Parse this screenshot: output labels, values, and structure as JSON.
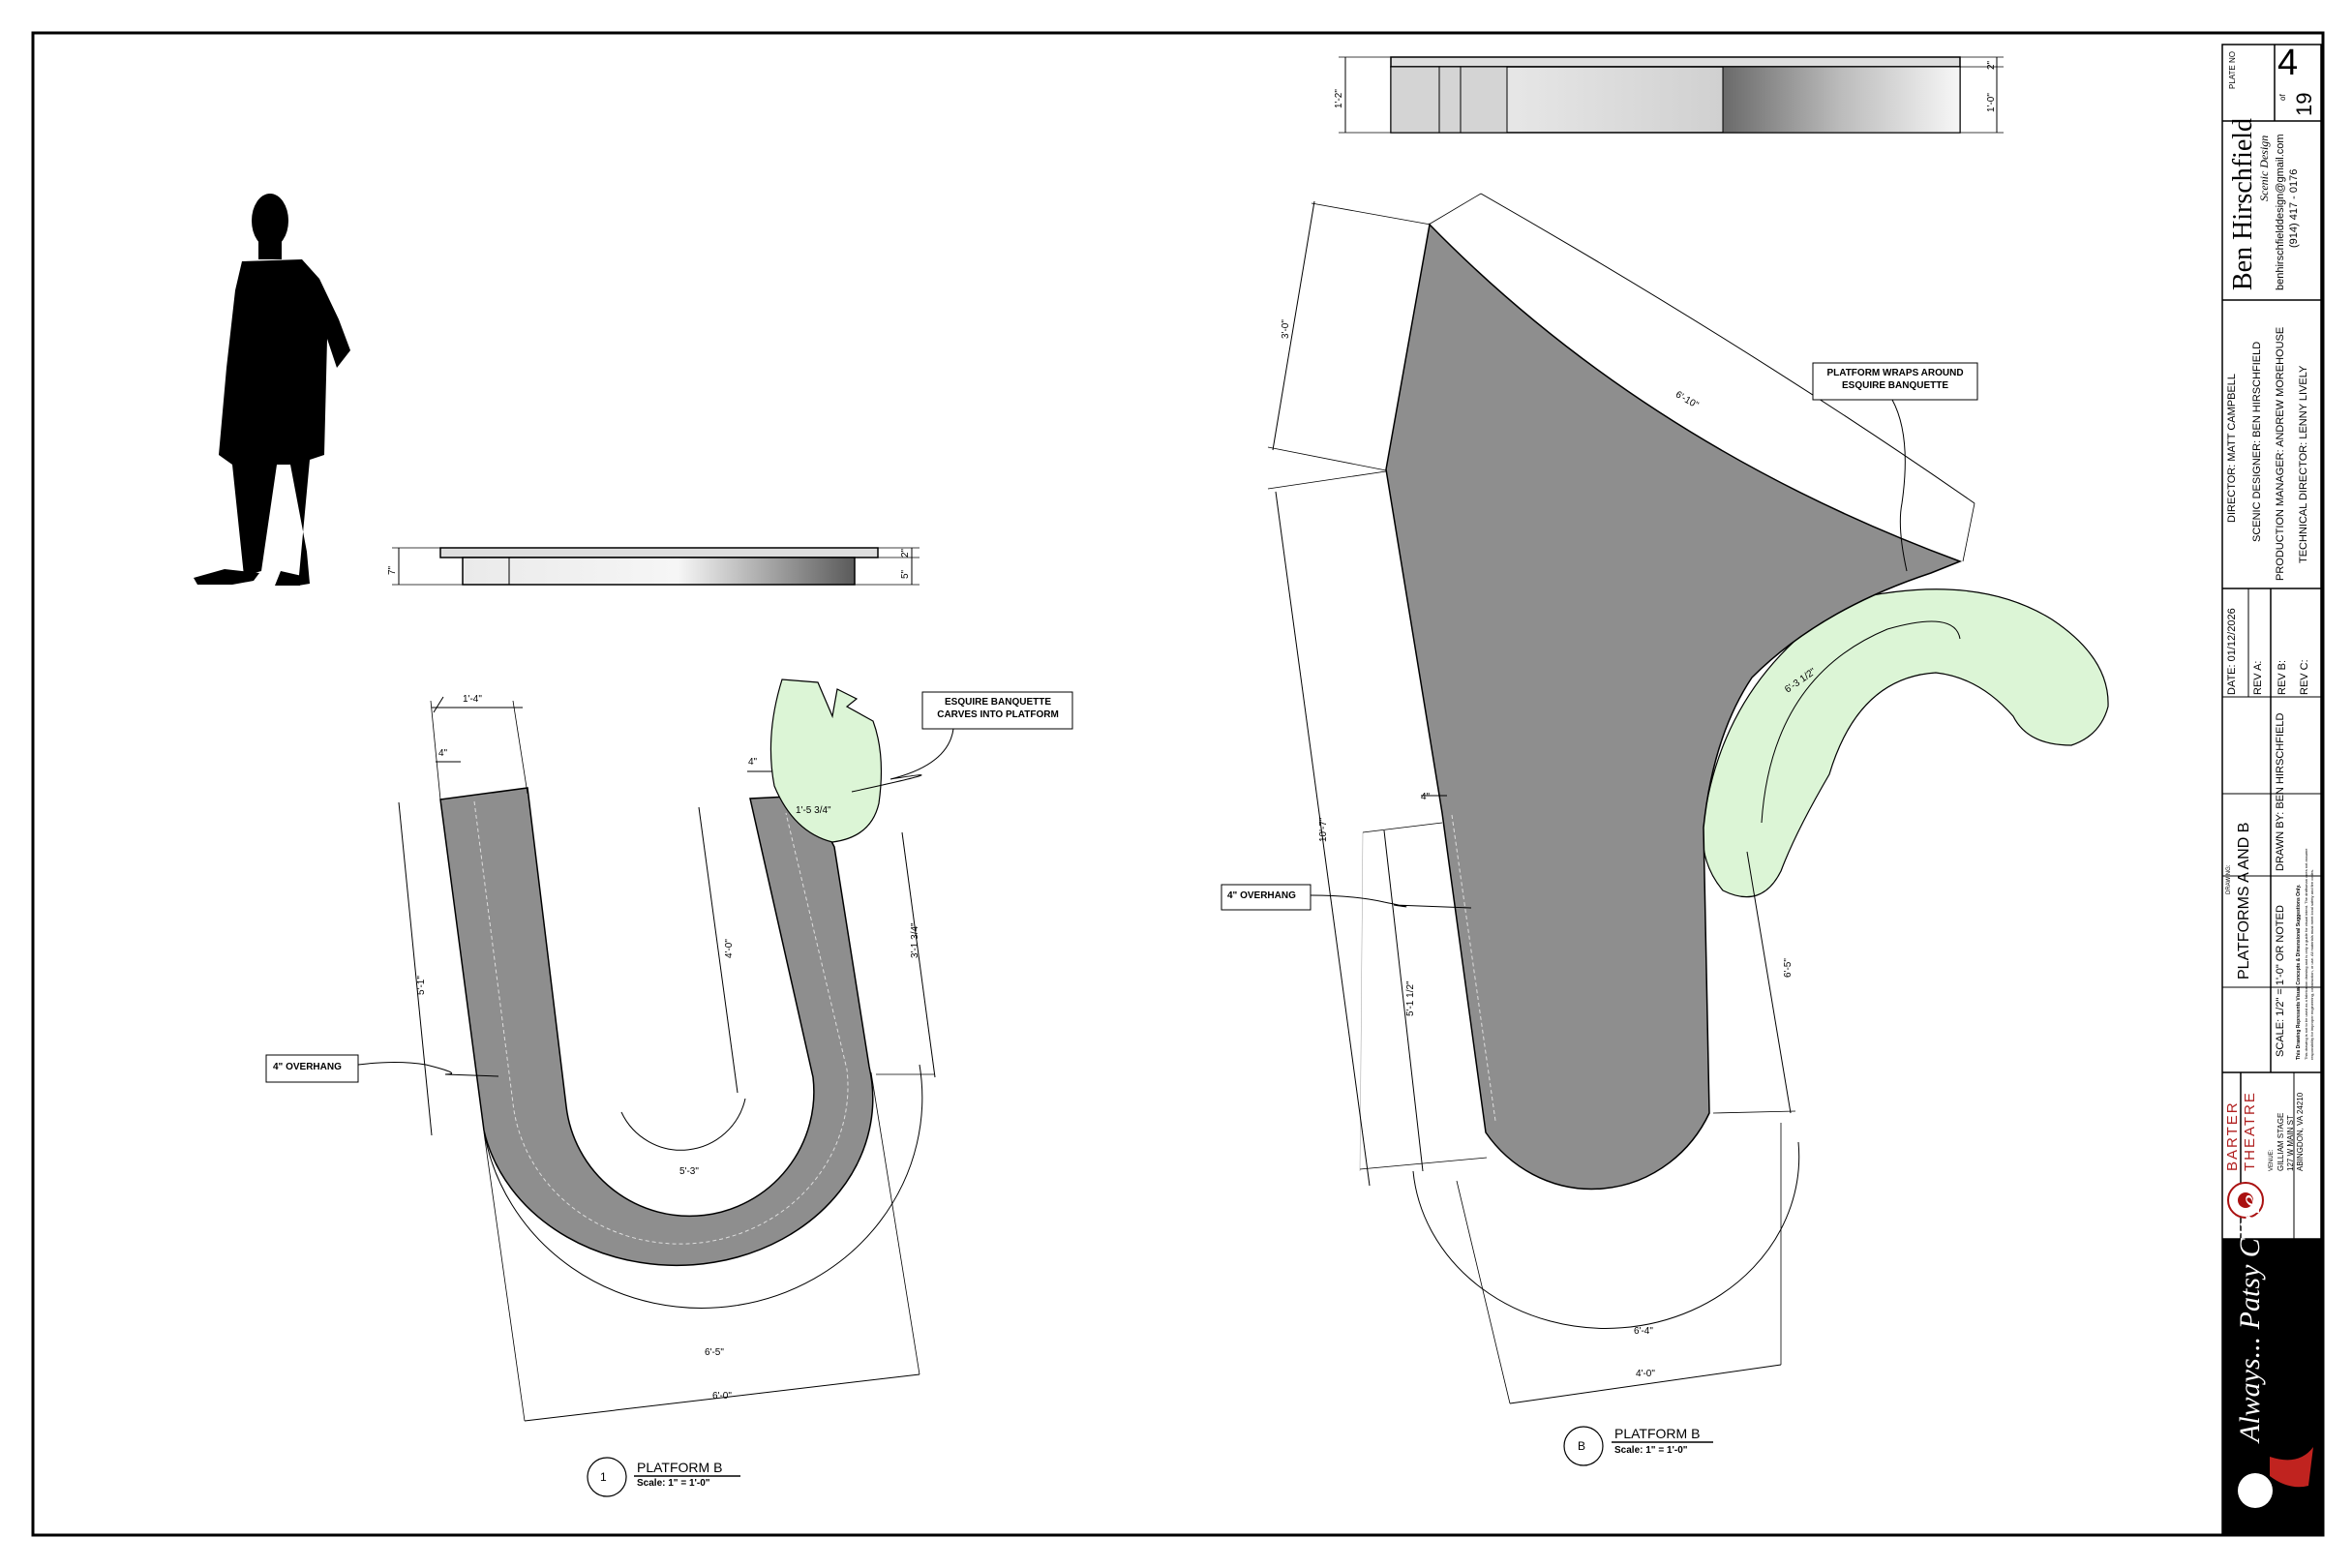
{
  "sheet": {
    "plate_label": "PLATE NO",
    "plate_number": "4",
    "plate_of": "of",
    "plate_total": "19",
    "designer_name": "Ben Hirschfield",
    "designer_sub": "Scenic Design",
    "email": "benhirschfielddesign@gmail.com",
    "phone": "(914) 417 - 0176",
    "director": "DIRECTOR: MATT CAMPBELL",
    "scenic_designer": "SCENIC DESIGNER: BEN HIRSCHFIELD",
    "production_manager": "PRODUCTION MANAGER: ANDREW MOREHOUSE",
    "technical_director": "TECHNICAL DIRECTOR: LENNY LIVELY",
    "date": "DATE: 01/12/2026",
    "rev_a": "REV A:",
    "rev_b": "REV B:",
    "rev_c": "REV C:",
    "drawing_label": "DRAWING:",
    "drawing_title": "PLATFORMS A AND B",
    "scale": "SCALE: 1/2\" = 1'-0\" OR NOTED",
    "drawn_by": "DRAWN BY: BEN HIRSCHFIELD",
    "disclaimer_1": "This Drawing Represents Visual Concepts & Dimensional Suggestions Only.",
    "disclaimer_2": "This drawing is not to be used as a fabrication drawing and is only a guide for visual intent. The draftsman does not assume",
    "disclaimer_3": "responsibility for improper engineering, construction, or use. All materials must meet local safety and fire codes.",
    "theatre_line1": "BARTER",
    "theatre_line2": "THEATRE",
    "venue_label": "VENUE:",
    "venue_name": "GILLIAM STAGE",
    "venue_street": "127 W MAIN ST",
    "venue_city": "ABINGDON, VA 24210",
    "show_logo": "Always... Patsy Cline"
  },
  "detail_1": {
    "number": "1",
    "title": "PLATFORM B",
    "scale": "Scale: 1\" = 1'-0\"",
    "dims": {
      "top_width": "1'-4\"",
      "left_overhang_small": "4\"",
      "right_overhang_small": "4\"",
      "left_leg": "5'-1\"",
      "inner_right_leg": "4'-0\"",
      "outer_right_leg": "3'-1 3/4\"",
      "inner_radius": "5'-3\"",
      "outer_radius": "6'-5\"",
      "overall_width": "6'-0\"",
      "carve_width": "1'-5 3/4\"",
      "elev_height": "7\"",
      "elev_top": "2\"",
      "elev_bottom": "5\""
    },
    "callout_overhang": "4\" OVERHANG",
    "callout_banquette": [
      "ESQUIRE BANQUETTE",
      "CARVES INTO PLATFORM"
    ]
  },
  "detail_b": {
    "number": "B",
    "title": "PLATFORM B",
    "scale": "Scale: 1\" = 1'-0\"",
    "dims": {
      "top_left": "3'-0\"",
      "top_arc": "6'-10\"",
      "left_long": "10'-7\"",
      "left_leg": "5'-1 1/2\"",
      "right_leg": "6'-5\"",
      "small_overhang": "4\"",
      "wrap_arc": "6'-3 1/2\"",
      "bottom_arc": "6'-4\"",
      "bottom_width": "4'-0\"",
      "elev_height": "1'-2\"",
      "elev_top": "2\"",
      "elev_bottom": "1'-0\""
    },
    "callout_overhang": "4\" OVERHANG",
    "callout_wraps": [
      "PLATFORM WRAPS AROUND",
      "ESQUIRE BANQUETTE"
    ]
  },
  "colors": {
    "platform_fill": "#8e8e8e",
    "banquette_fill": "#dcf5d6",
    "line": "#000000"
  }
}
